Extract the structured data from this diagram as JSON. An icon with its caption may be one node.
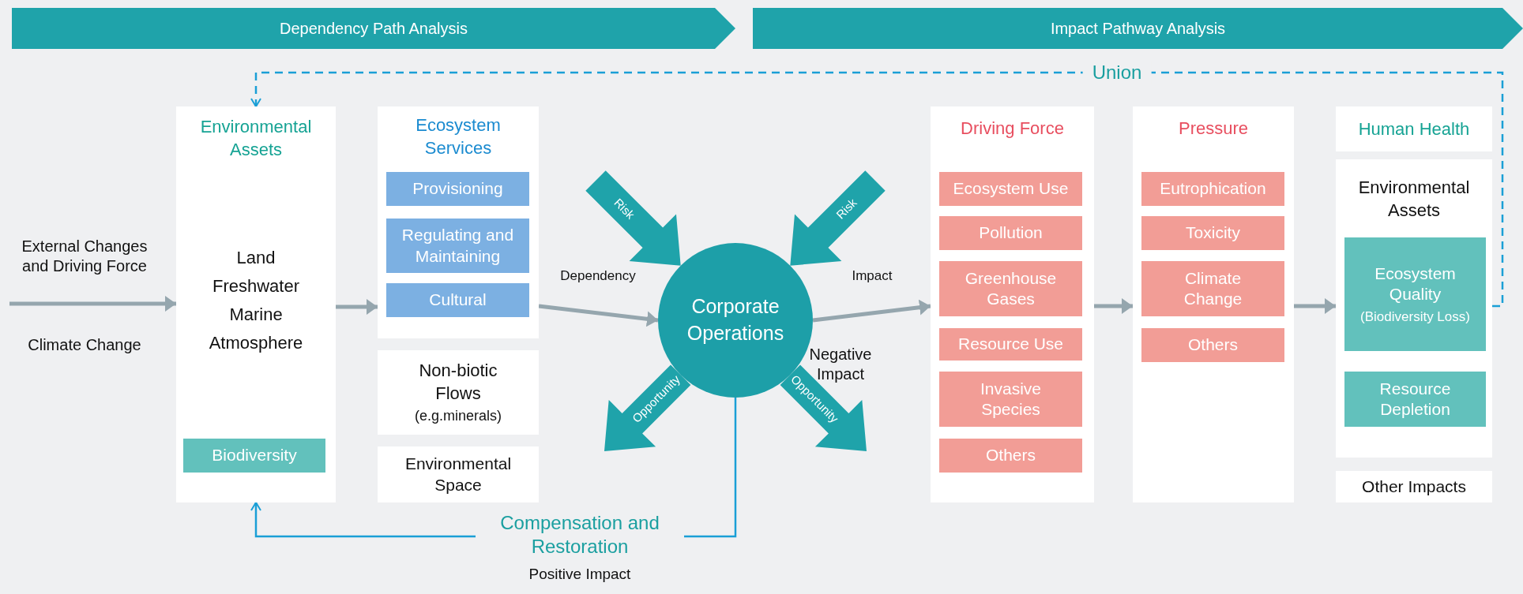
{
  "diagram": {
    "nodes": [
      {
        "text": [
          "Dependency Path Analysis"
        ]
      },
      {
        "text": [
          "Impact Pathway Analysis"
        ]
      },
      {
        "text": [
          "Environmental Assets",
          "Land",
          "Freshwater",
          "Marine",
          "Atmosphere"
        ]
      },
      {
        "text": [
          "Biodiversity"
        ],
        "in": 2
      },
      {
        "text": [
          "Ecosystem Services"
        ]
      },
      {
        "text": [
          "Provisioning"
        ],
        "in": 4
      },
      {
        "text": [
          "Regulating and Maintaining"
        ],
        "in": 4
      },
      {
        "text": [
          "Cultural"
        ],
        "in": 4
      },
      {
        "text": [
          "Non-biotic Flows",
          "(e.g.minerals)"
        ]
      },
      {
        "text": [
          "Environmental Space"
        ]
      },
      {
        "text": [
          "Corporate Operations"
        ]
      },
      {
        "text": [
          "Driving Force"
        ]
      },
      {
        "text": [
          "Ecosystem Use"
        ],
        "in": 11
      },
      {
        "text": [
          "Pollution"
        ],
        "in": 11
      },
      {
        "text": [
          "Greenhouse Gases"
        ],
        "in": 11
      },
      {
        "text": [
          "Resource Use"
        ],
        "in": 11
      },
      {
        "text": [
          "Invasive Species"
        ],
        "in": 11
      },
      {
        "text": [
          "Others"
        ],
        "in": 11
      },
      {
        "text": [
          "Pressure"
        ]
      },
      {
        "text": [
          "Eutrophication"
        ],
        "in": 18
      },
      {
        "text": [
          "Toxicity"
        ],
        "in": 18
      },
      {
        "text": [
          "Climate Change"
        ],
        "in": 18
      },
      {
        "text": [
          "Others"
        ],
        "in": 18
      },
      {
        "text": [
          "Human Health"
        ]
      },
      {
        "text": [
          "Environmental Assets"
        ]
      },
      {
        "text": [
          "Ecosystem Quality",
          "(Biodiversity Loss)"
        ],
        "in": 24
      },
      {
        "text": [
          "Resource Depletion"
        ],
        "in": 24
      },
      {
        "text": [
          "Other Impacts"
        ]
      }
    ],
    "edges": [
      {
        "from": null,
        "to": 2,
        "arrow": "to"
      },
      {
        "from": 2,
        "to": 4,
        "arrow": "to"
      },
      {
        "from": 4,
        "to": 10,
        "arrow": "to",
        "label": "Dependency"
      },
      {
        "from": 10,
        "to": 11,
        "arrow": "to",
        "label": "Impact"
      },
      {
        "from": 11,
        "to": 18,
        "arrow": "to"
      },
      {
        "from": 18,
        "to": 24,
        "arrow": "to"
      },
      {
        "from": 24,
        "to": 2,
        "arrow": "to",
        "label": "Union",
        "style": "dashed",
        "color": "#1a9fd6"
      },
      {
        "from": 10,
        "to": 2,
        "arrow": "to",
        "label": "Compensation and Restoration",
        "color": "#1a9fd6"
      },
      {
        "from": null,
        "to": 10,
        "arrow": "to",
        "label": "Risk",
        "style": "thick",
        "color": "#1fa3aa"
      },
      {
        "from": null,
        "to": 10,
        "arrow": "to",
        "label": "Risk",
        "style": "thick",
        "color": "#1fa3aa"
      },
      {
        "from": 10,
        "to": null,
        "arrow": "to",
        "label": "Opportunity",
        "style": "thick",
        "color": "#1fa3aa"
      },
      {
        "from": 10,
        "to": null,
        "arrow": "to",
        "label": "Opportunity",
        "style": "thick",
        "color": "#1fa3aa"
      }
    ],
    "labels": [
      "External Changes and Driving Force",
      "Climate Change",
      "Negative Impact",
      "Positive Impact"
    ]
  }
}
